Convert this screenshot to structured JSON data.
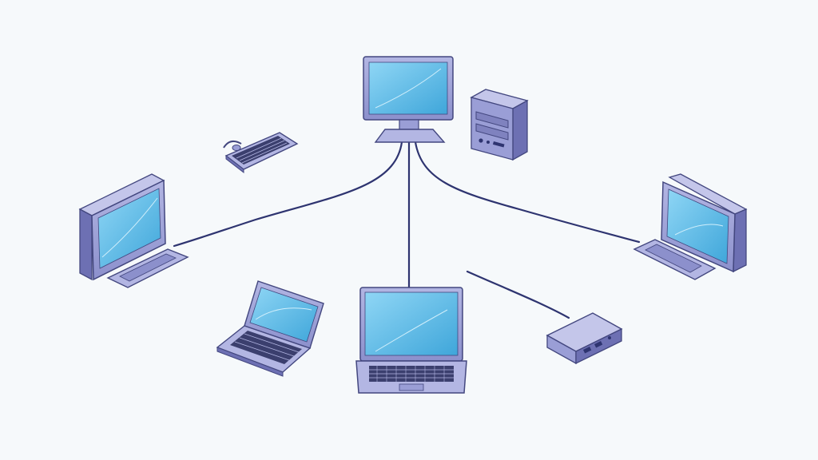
{
  "diagram": {
    "type": "network-topology",
    "colors": {
      "background": "#f6f9fb",
      "device_body": "#9a9ed6",
      "device_shadow": "#6d70b3",
      "device_outline": "#43477f",
      "screen": "#4fb6e6",
      "screen_light": "#8fd6f5",
      "cable": "#2e3470",
      "keys": "#3b3f6e"
    },
    "nodes": [
      {
        "id": "central-monitor",
        "kind": "monitor"
      },
      {
        "id": "server-tower",
        "kind": "server"
      },
      {
        "id": "keyboard",
        "kind": "keyboard"
      },
      {
        "id": "left-monitor",
        "kind": "monitor"
      },
      {
        "id": "right-monitor",
        "kind": "monitor"
      },
      {
        "id": "laptop-small",
        "kind": "laptop"
      },
      {
        "id": "laptop-center",
        "kind": "laptop"
      },
      {
        "id": "router",
        "kind": "network-device"
      }
    ],
    "links": [
      {
        "from": "central-monitor",
        "to": "left-monitor"
      },
      {
        "from": "central-monitor",
        "to": "laptop-center"
      },
      {
        "from": "central-monitor",
        "to": "right-monitor"
      },
      {
        "from": "laptop-center",
        "to": "router",
        "style": "partial"
      }
    ]
  }
}
